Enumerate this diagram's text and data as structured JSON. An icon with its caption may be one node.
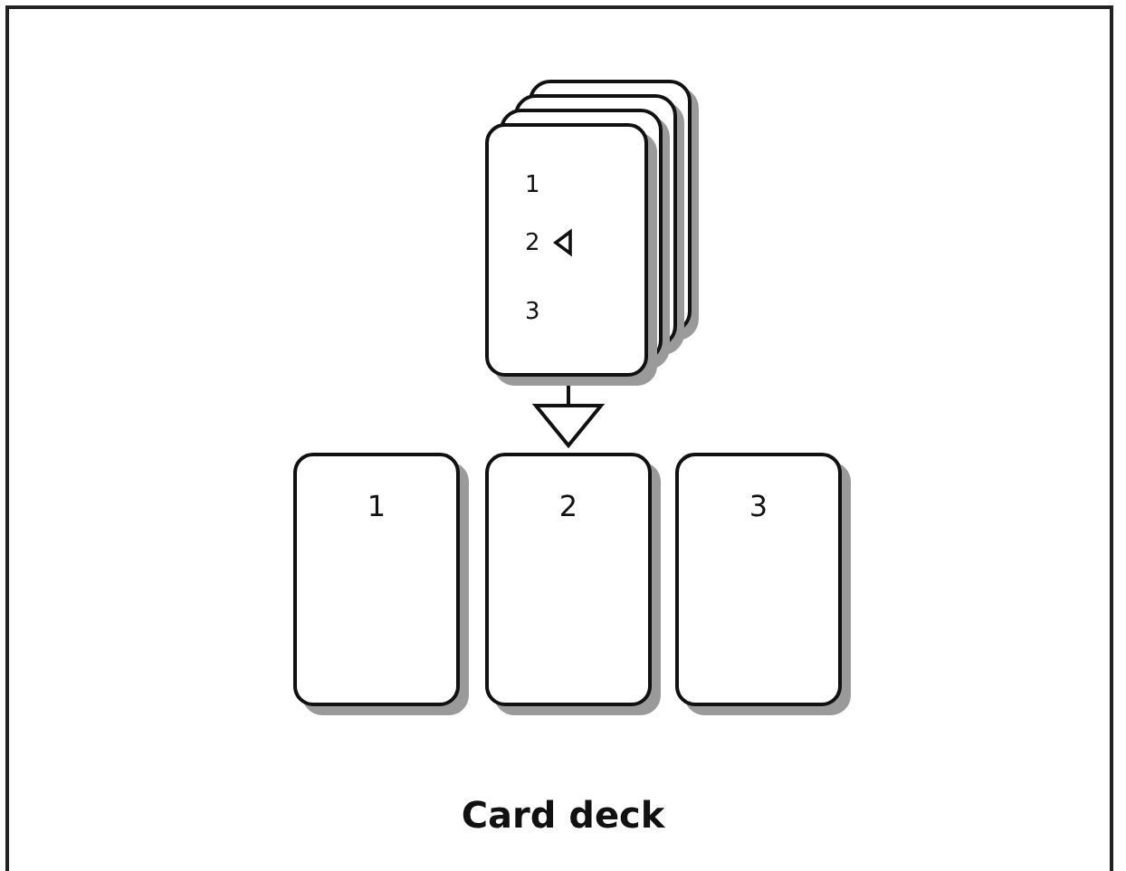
{
  "diagram": {
    "caption": "Card deck",
    "nodes": [
      {
        "text": [
          "1",
          "2",
          "3"
        ]
      },
      {
        "text": [
          "1"
        ]
      },
      {
        "text": [
          "2"
        ]
      },
      {
        "text": [
          "3"
        ]
      }
    ],
    "edges": [
      {
        "from": 0,
        "to": 2,
        "arrow": "to"
      }
    ]
  }
}
